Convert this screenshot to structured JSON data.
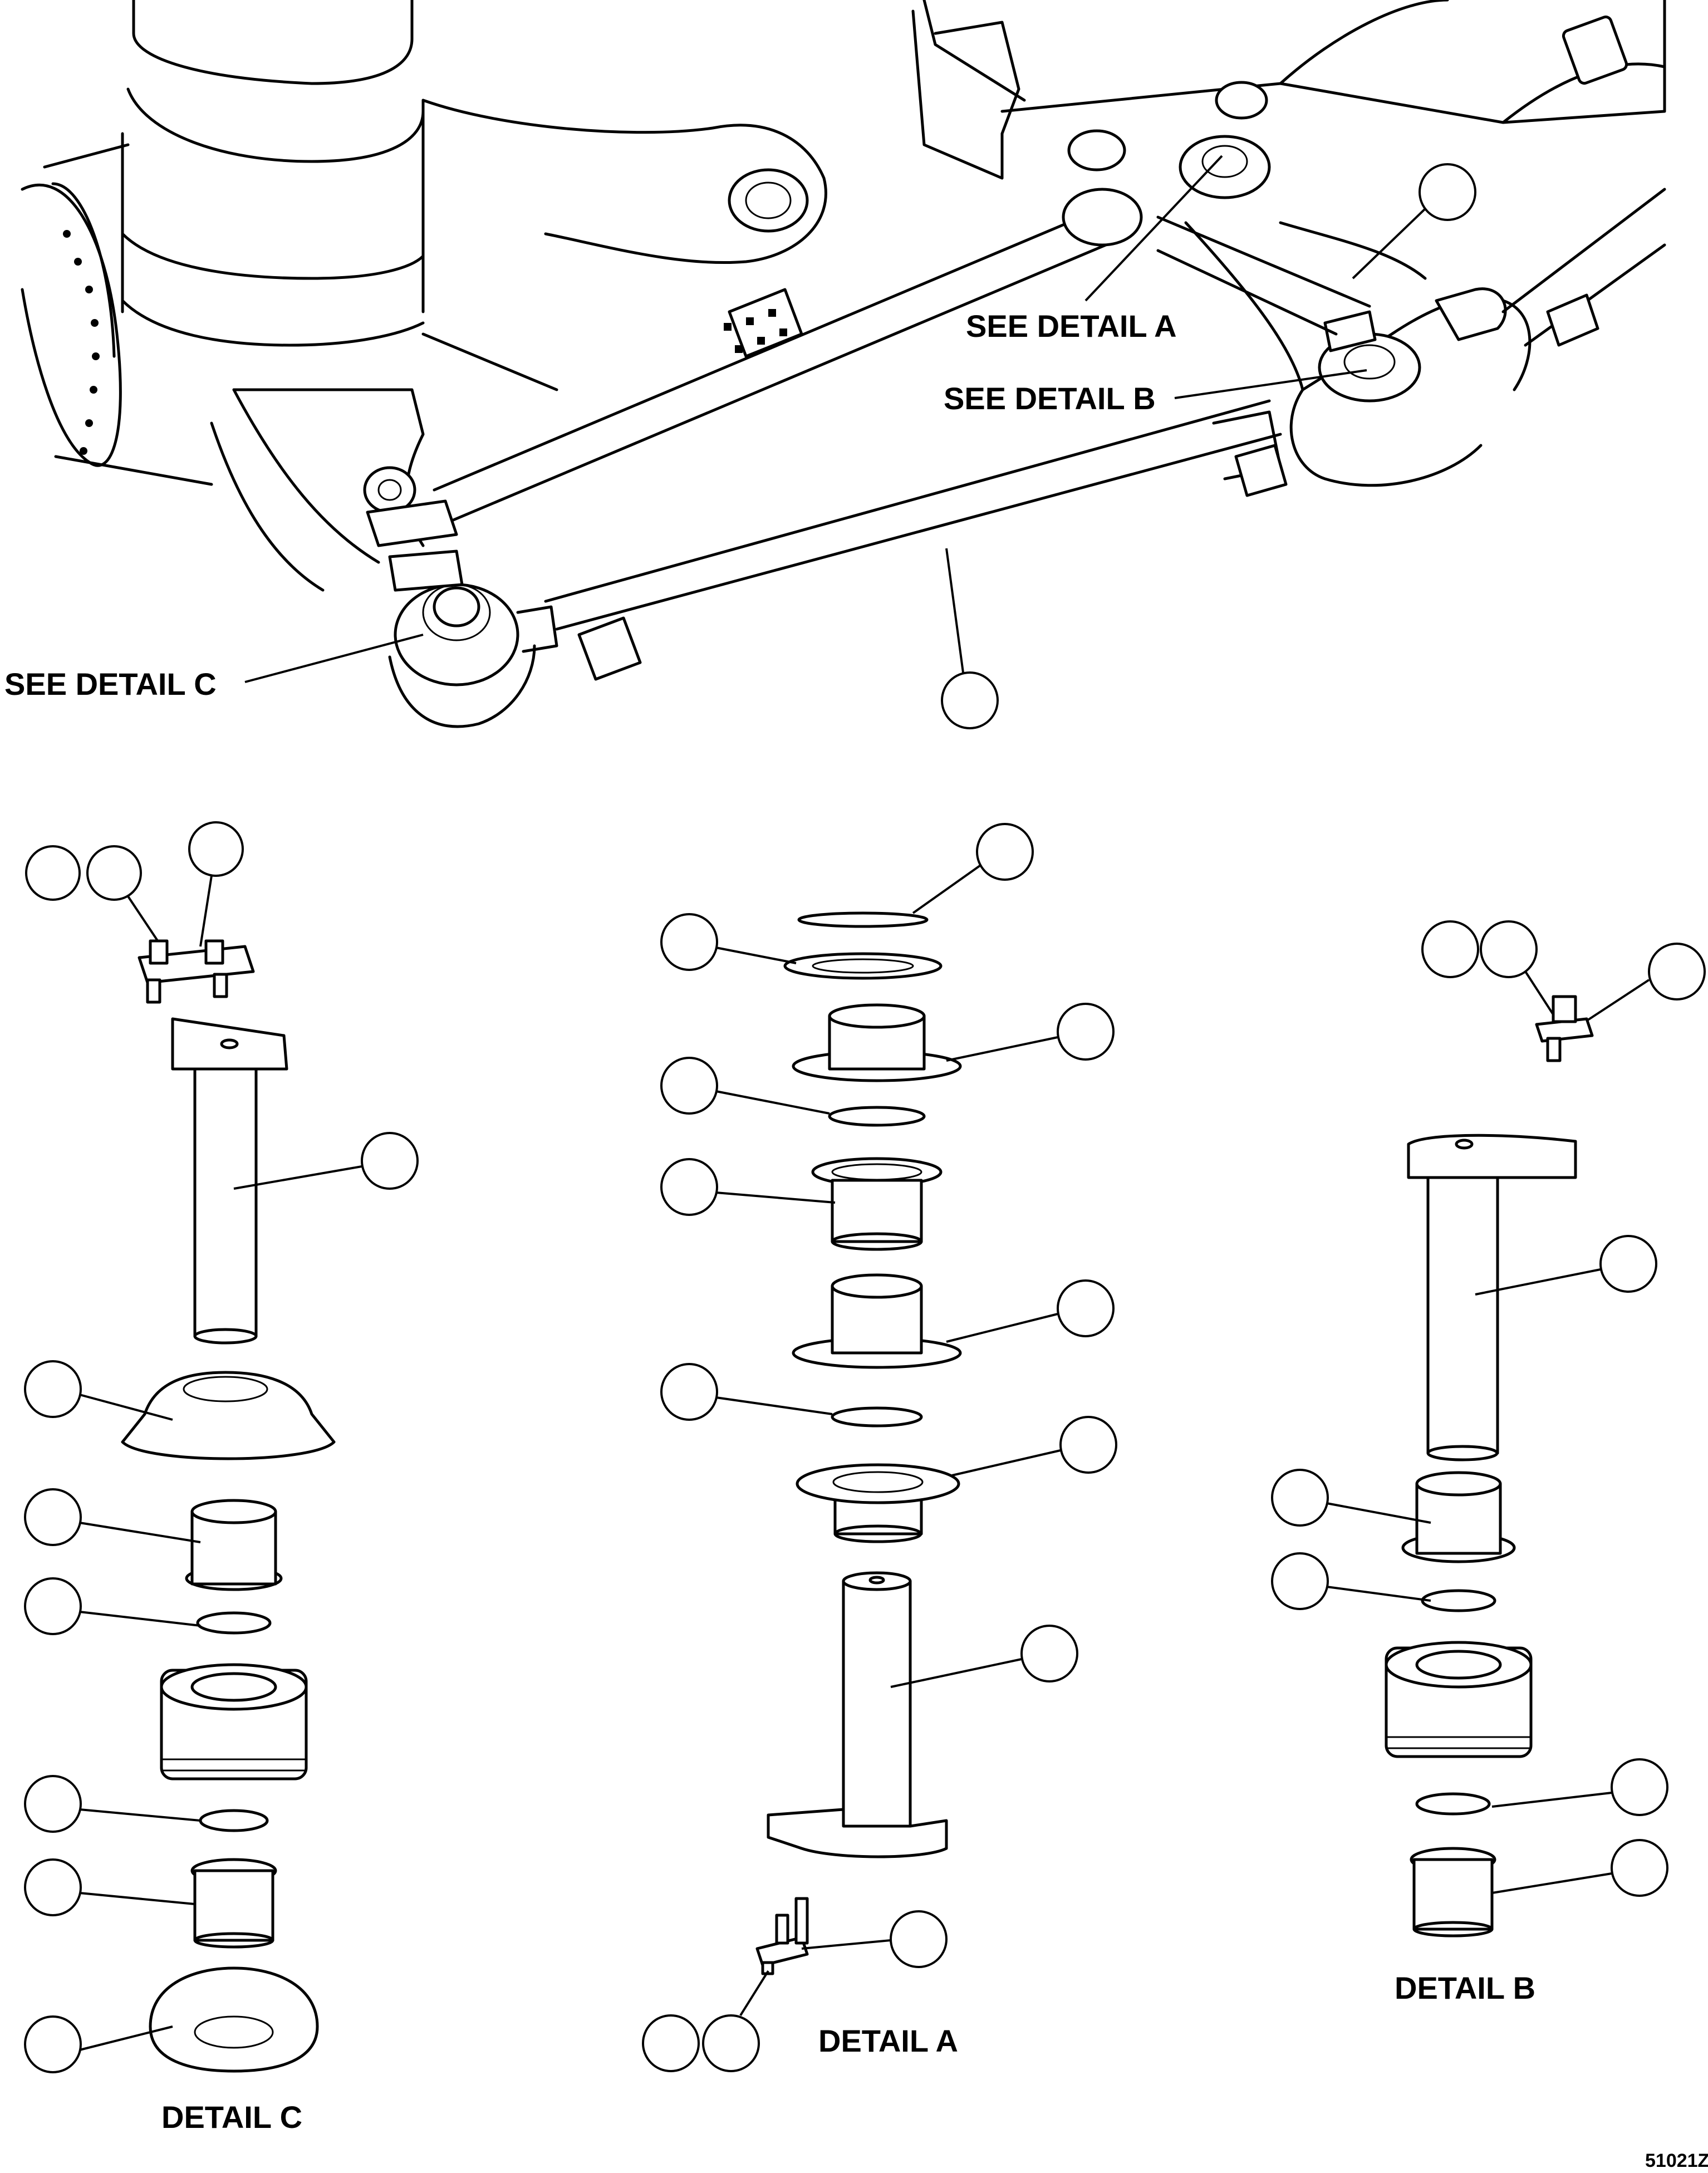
{
  "callouts": {
    "see_detail_a": "SEE DETAIL A",
    "see_detail_b": "SEE DETAIL B",
    "see_detail_c": "SEE DETAIL C"
  },
  "details": {
    "a": "DETAIL A",
    "b": "DETAIL B",
    "c": "DETAIL C"
  },
  "figure_ref": "51021Z"
}
